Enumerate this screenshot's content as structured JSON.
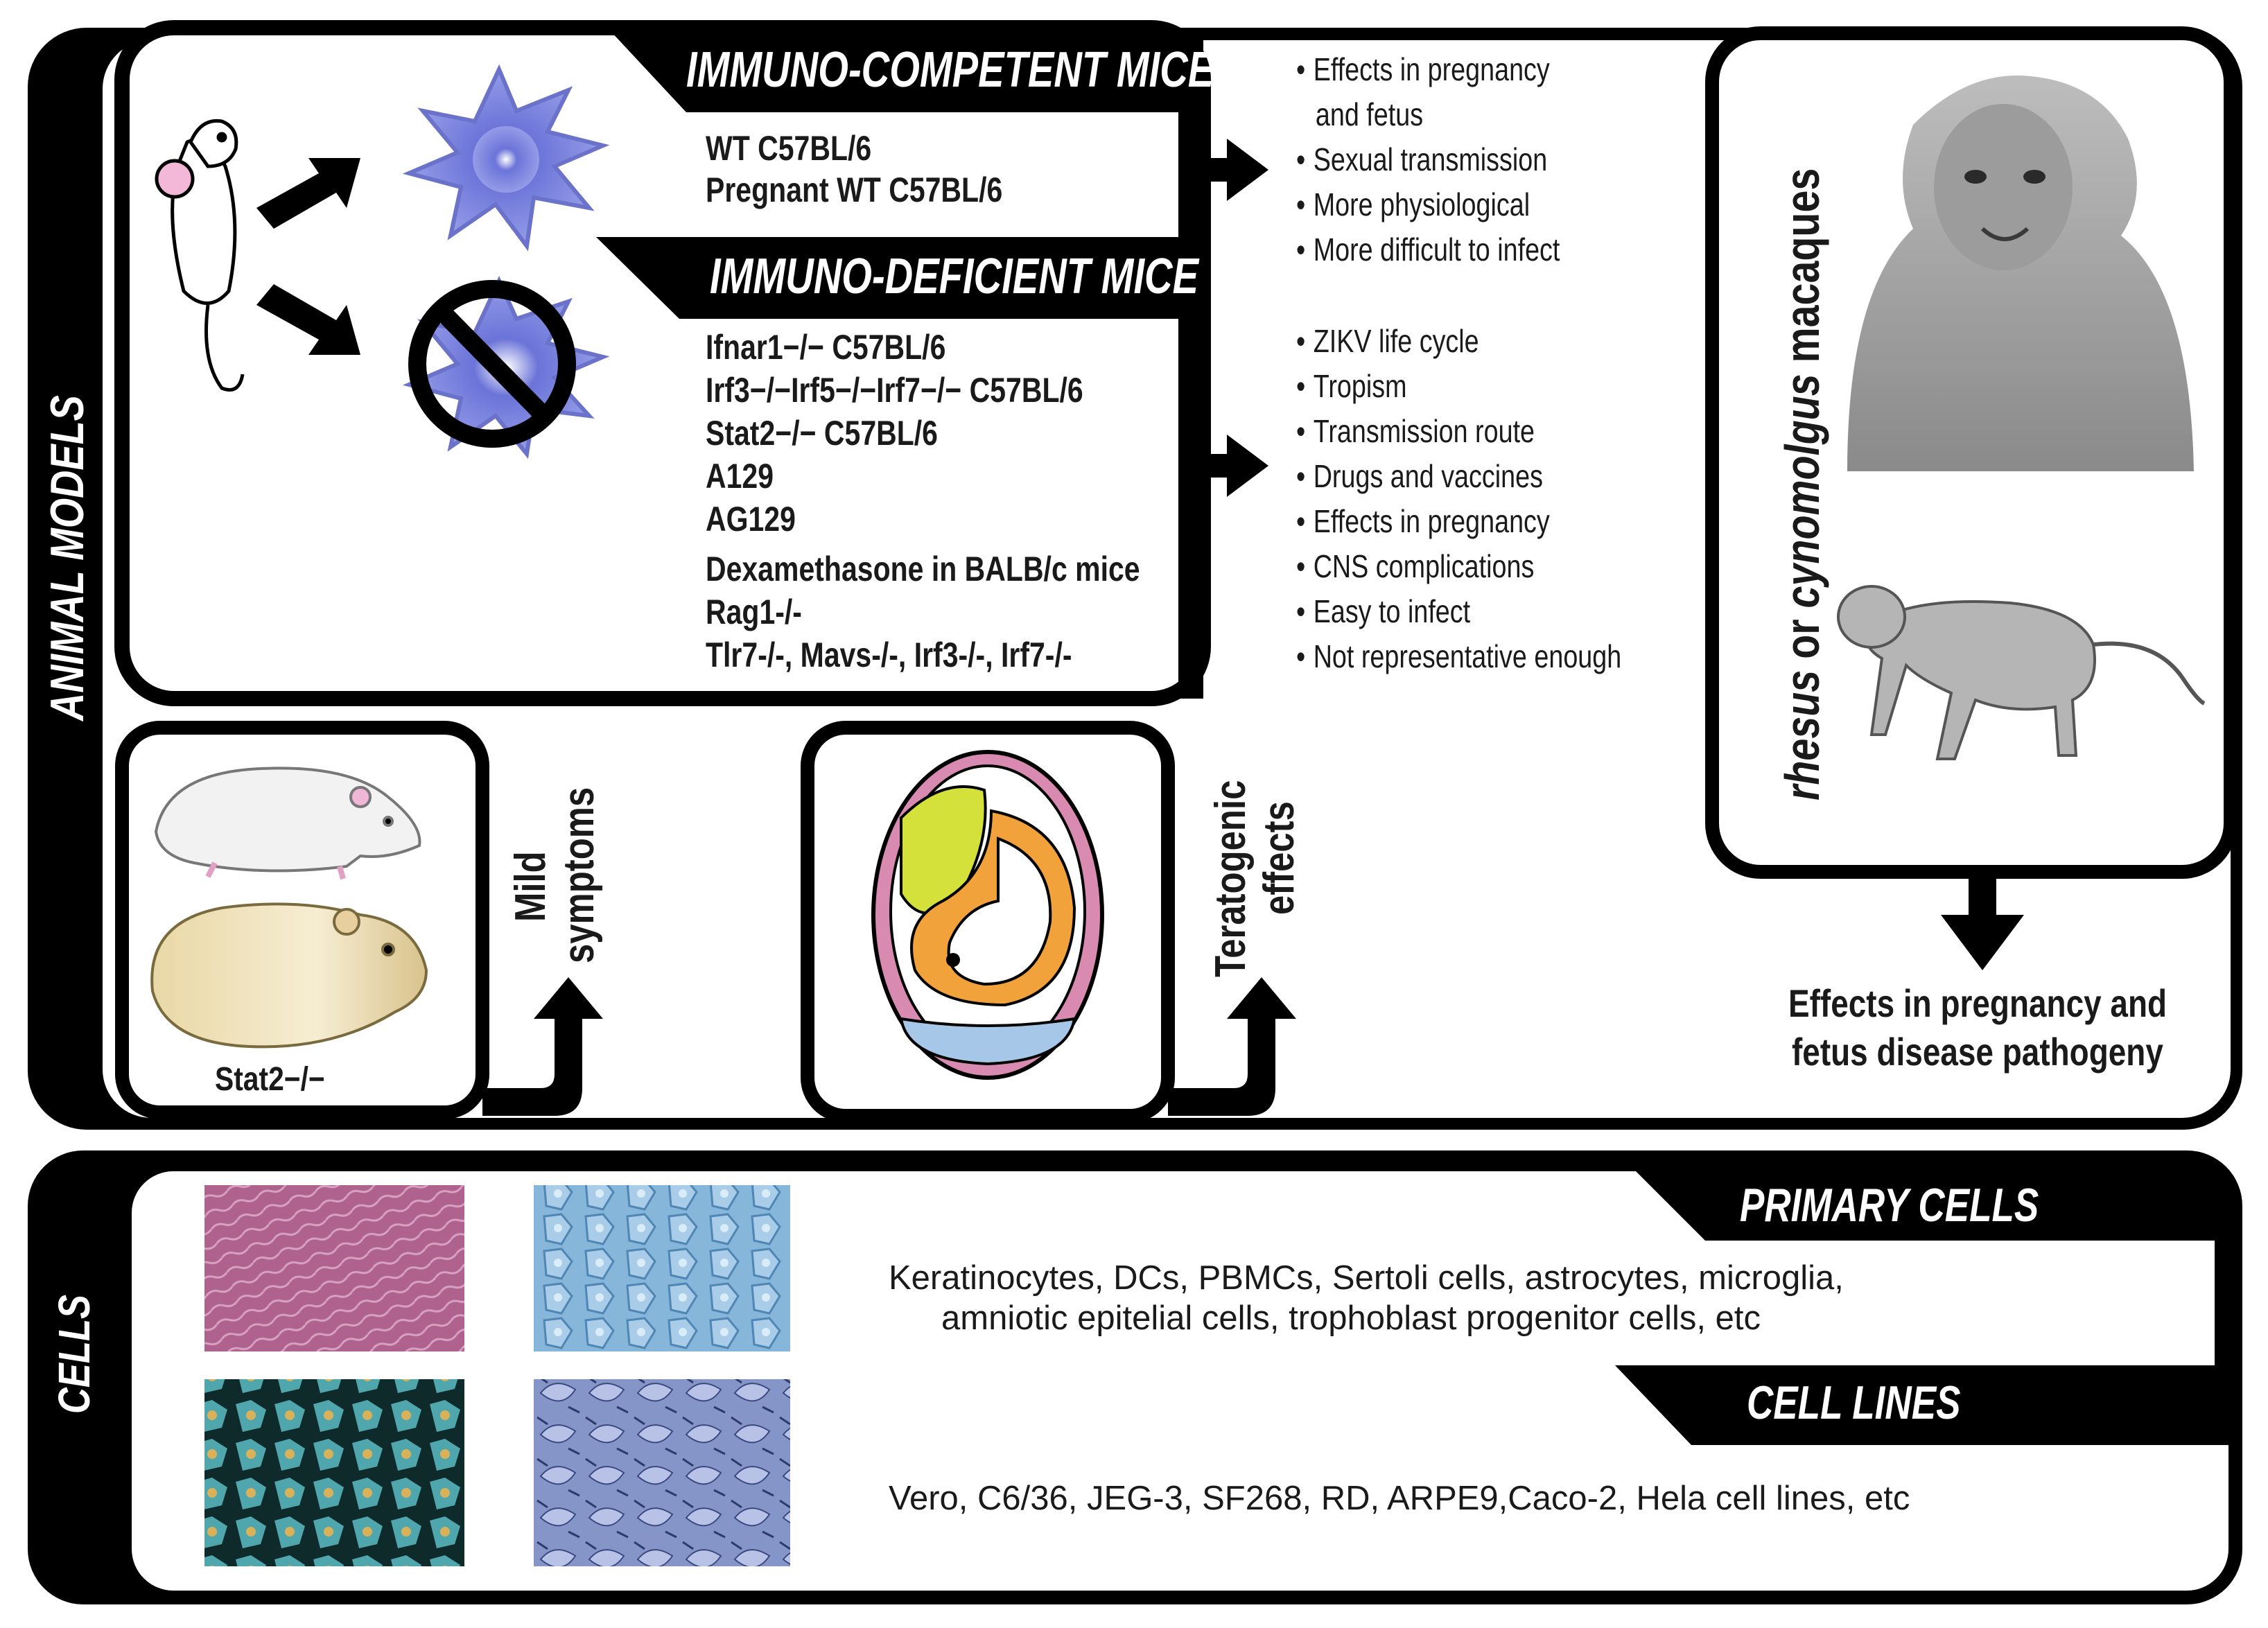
{
  "animal_models_label": "ANIMAL MODELS",
  "cells_label": "CELLS",
  "immunocompetent": {
    "title": "IMMUNO-COMPETENT MICE",
    "strains": [
      "WT C57BL/6",
      "Pregnant WT C57BL/6"
    ],
    "features": [
      "Effects in pregnancy",
      "and fetus",
      "Sexual transmission",
      "More physiological",
      "More difficult to infect"
    ]
  },
  "immunodeficient": {
    "title": "IMMUNO-DEFICIENT MICE",
    "strains": [
      "Ifnar1−/− C57BL/6",
      "Irf3−/−Irf5−/−Irf7−/− C57BL/6",
      "Stat2−/− C57BL/6",
      "A129",
      "AG129",
      "Dexamethasone in BALB/c mice",
      "Rag1-/-",
      "Tlr7-/-, Mavs-/-, Irf3-/-, Irf7-/-"
    ],
    "features": [
      "ZIKV life cycle",
      "Tropism",
      "Transmission route",
      "Drugs and vaccines",
      "Effects in pregnancy",
      "CNS complications",
      "Easy to infect",
      "Not representative enough"
    ]
  },
  "hamster_guinea": {
    "caption": "Stat2−/−",
    "outcome": [
      "Mild",
      "symptoms"
    ]
  },
  "embryo": {
    "outcome": [
      "Teratogenic",
      "effects"
    ]
  },
  "primates": {
    "label_prefix": "rhesus",
    "label_middle": " or ",
    "label_species": "cynomolgus",
    "label_suffix": " macaques",
    "outcome": [
      "Effects in pregnancy and",
      "fetus disease pathogeny"
    ]
  },
  "primary_cells": {
    "title": "PRIMARY CELLS",
    "lines": [
      "Keratinocytes, DCs, PBMCs, Sertoli cells, astrocytes, microglia,",
      "amniotic epitelial cells, trophoblast progenitor cells, etc"
    ]
  },
  "cell_lines": {
    "title": "CELL LINES",
    "line": "Vero, C6/36, JEG-3, SF268, RD, ARPE9,Caco-2, Hela cell lines, etc"
  },
  "colors": {
    "frame": "#000000",
    "dendritic_cell": "#8a93e0",
    "cell_image_1": "#b0628f",
    "cell_image_2": "#7fb0d6",
    "cell_image_3": "#1f4a46",
    "cell_image_4": "#7f8fc4"
  }
}
